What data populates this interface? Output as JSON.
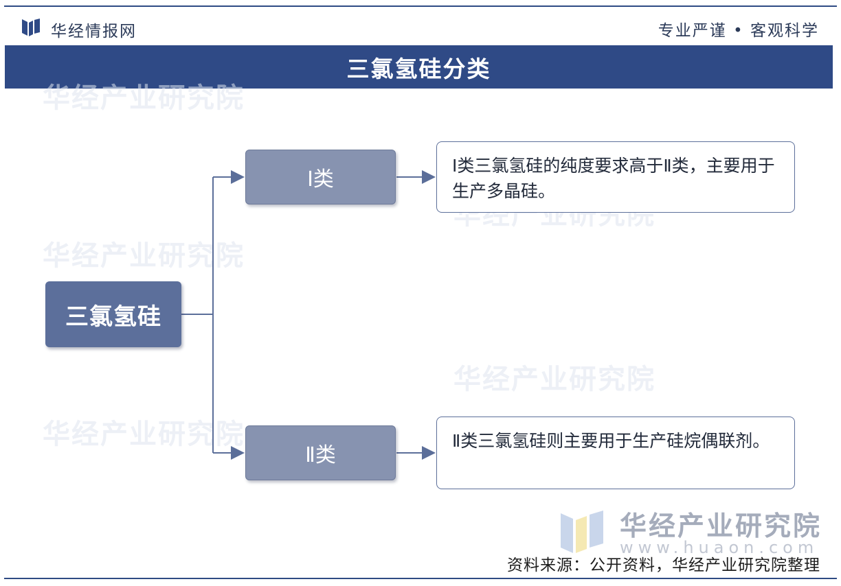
{
  "header": {
    "brand": "华经情报网",
    "slogan": "专业严谨 • 客观科学"
  },
  "title": "三氯氢硅分类",
  "diagram": {
    "root": "三氯氢硅",
    "branches": [
      {
        "label": "Ⅰ类",
        "description": "Ⅰ类三氯氢硅的纯度要求高于Ⅱ类，主要用于生产多晶硅。"
      },
      {
        "label": "Ⅱ类",
        "description": "Ⅱ类三氯氢硅则主要用于生产硅烷偶联剂。"
      }
    ]
  },
  "watermark": {
    "text": "华经产业研究院",
    "url": "www.huaon.com"
  },
  "footer": {
    "source": "资料来源：公开资料，华经产业研究院整理"
  },
  "colors": {
    "title_bar": "#2f4a86",
    "root_node": "#5c6f9b",
    "class_node": "#8793b0",
    "connector": "#5b6e99"
  }
}
